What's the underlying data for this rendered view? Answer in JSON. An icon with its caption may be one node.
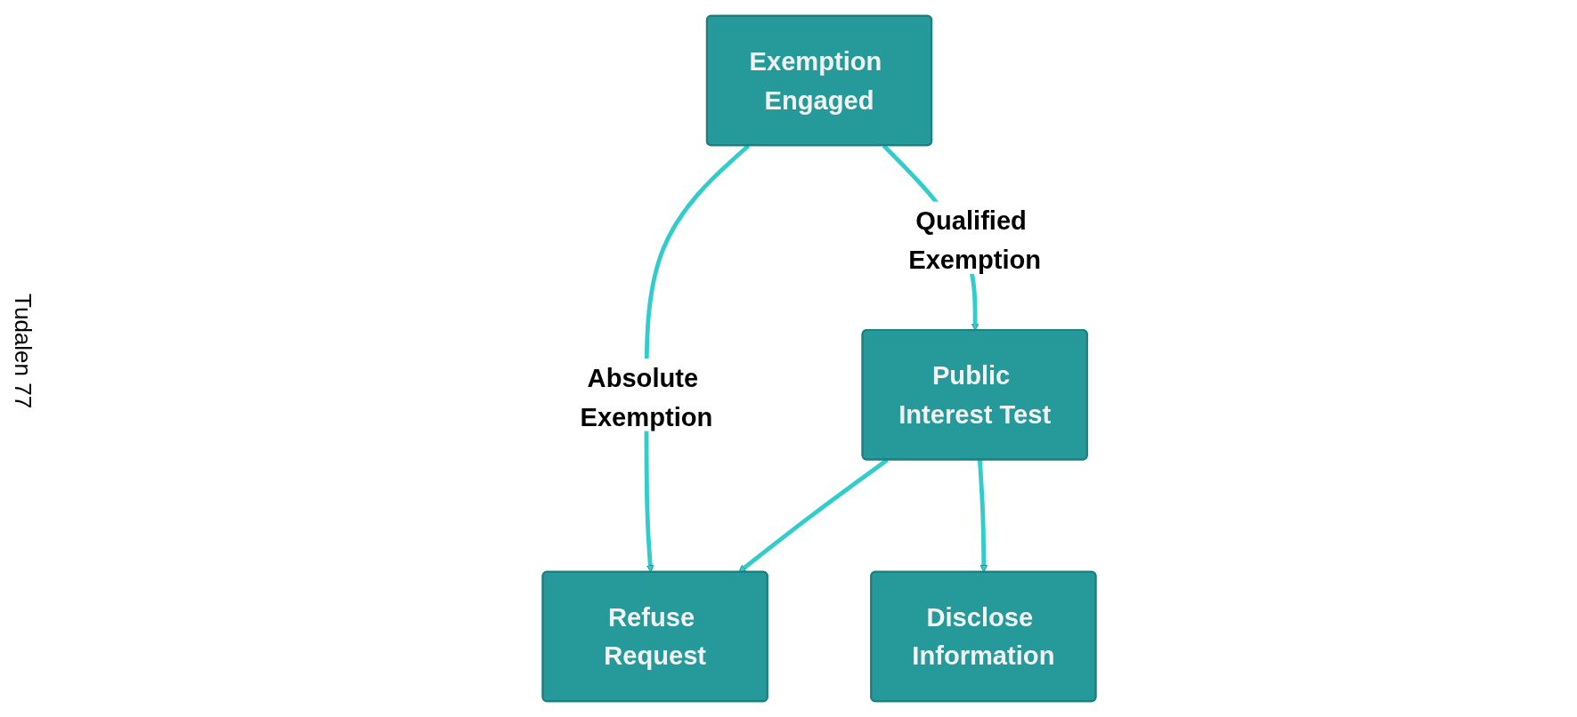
{
  "diagram": {
    "nodes": [
      {
        "text": [
          "Exemption Engaged"
        ]
      },
      {
        "text": [
          "Public Interest Test"
        ]
      },
      {
        "text": [
          "Refuse Request"
        ]
      },
      {
        "text": [
          "Disclose Information"
        ]
      }
    ],
    "edges": [
      {
        "from": 0,
        "to": 1,
        "arrow": "to",
        "label": "Qualified Exemption"
      },
      {
        "from": 0,
        "to": 2,
        "arrow": "to",
        "label": "Absolute Exemption"
      },
      {
        "from": 1,
        "to": 2,
        "arrow": "to"
      },
      {
        "from": 1,
        "to": 3,
        "arrow": "to"
      }
    ],
    "labels": [
      "Tudalen 77"
    ]
  }
}
